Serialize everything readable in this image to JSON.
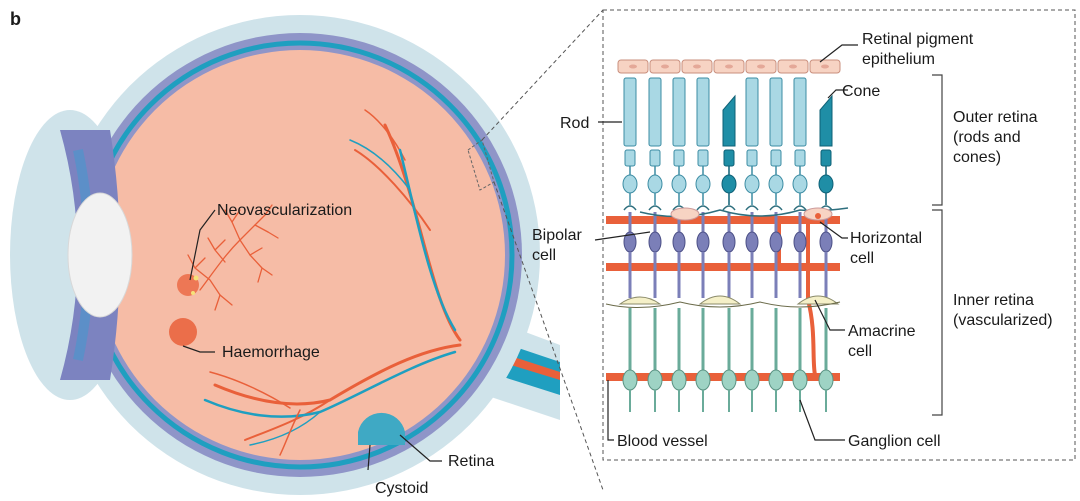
{
  "figure": {
    "panel_label": "b",
    "eye_labels": {
      "neovascularization": "Neovascularization",
      "haemorrhage": "Haemorrhage",
      "retina": "Retina",
      "cystoid": "Cystoid"
    },
    "retina_labels": {
      "rpe_line1": "Retinal pigment",
      "rpe_line2": "epithelium",
      "rod": "Rod",
      "cone": "Cone",
      "bipolar_line1": "Bipolar",
      "bipolar_line2": "cell",
      "horizontal_line1": "Horizontal",
      "horizontal_line2": "cell",
      "amacrine_line1": "Amacrine",
      "amacrine_line2": "cell",
      "blood_vessel": "Blood vessel",
      "ganglion": "Ganglion cell"
    },
    "layer_labels": {
      "outer_line1": "Outer retina",
      "outer_line2": "(rods and",
      "outer_line3": "cones)",
      "inner_line1": "Inner retina",
      "inner_line2": "(vascularized)"
    },
    "colors": {
      "sclera": "#cfe3ea",
      "eye_interior": "#f6bca6",
      "choroid": "#8f95c8",
      "retina_blue": "#1f9fc0",
      "vessel_red": "#e9603a",
      "rod_fill": "#a9d8e4",
      "cone_fill": "#1f8ea6",
      "bipolar_fill": "#7b7fb8",
      "ganglion_fill": "#9ed3c4",
      "rpe_fill": "#f7d3c3"
    },
    "photoreceptors": [
      "rod",
      "rod",
      "rod",
      "rod",
      "cone",
      "rod",
      "rod",
      "rod",
      "cone"
    ]
  }
}
